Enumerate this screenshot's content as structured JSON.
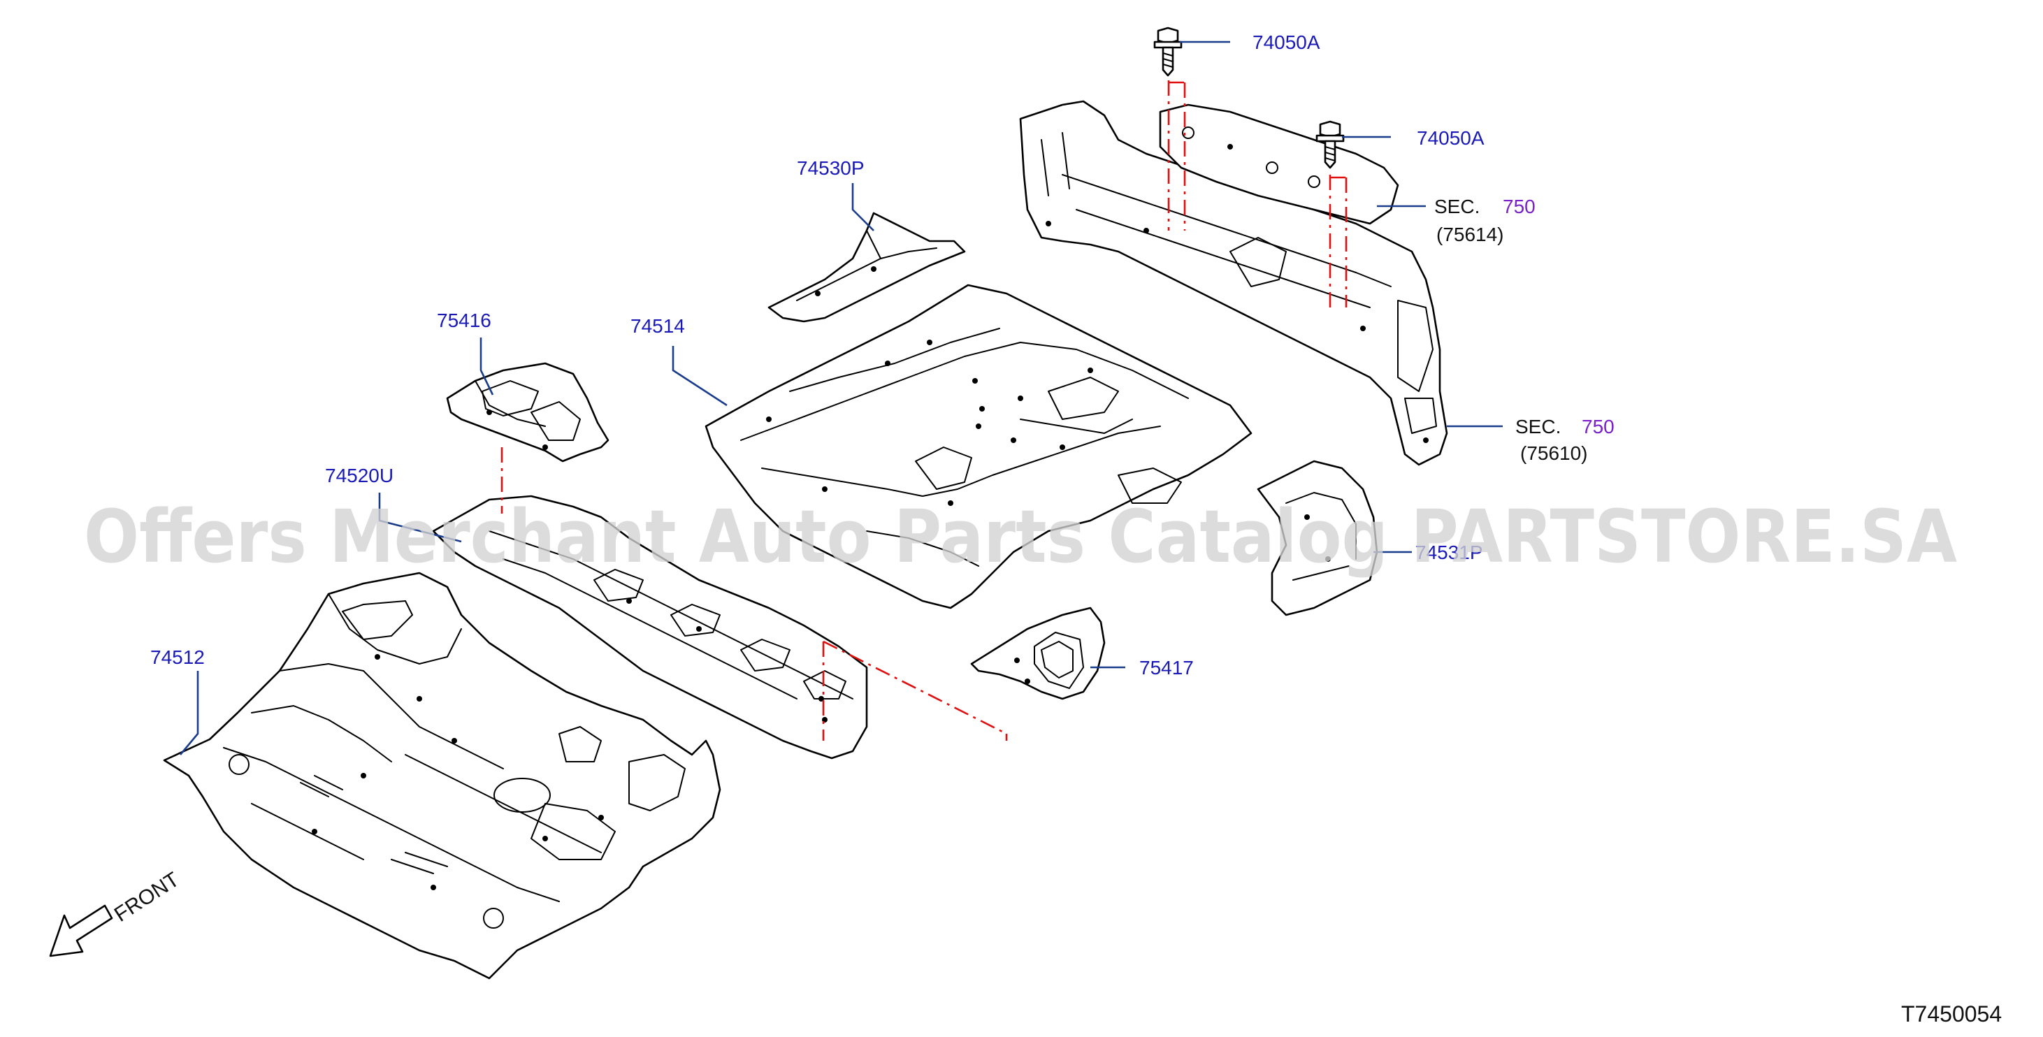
{
  "watermark": "Offers Merchant Auto Parts Catalog PARTSTORE.SA",
  "diagram_code": "T7450054",
  "front_label": "FRONT",
  "parts": [
    {
      "label": "74050A"
    },
    {
      "label": "74050A"
    },
    {
      "label": "74530P"
    },
    {
      "label": "74514"
    },
    {
      "label": "75416"
    },
    {
      "label": "74520U"
    },
    {
      "label": "74512"
    },
    {
      "label": "75417"
    },
    {
      "label": "74531P"
    }
  ],
  "section_refs": [
    {
      "prefix": "SEC.",
      "number": "750",
      "sub": "(75614)"
    },
    {
      "prefix": "SEC.",
      "number": "750",
      "sub": "(75610)"
    }
  ],
  "colors": {
    "leader": "#1a3c8c",
    "label": "#1a1ab8",
    "section_number": "#7a22c8",
    "dash": "#e01010",
    "watermark": "#d2d2d2"
  }
}
